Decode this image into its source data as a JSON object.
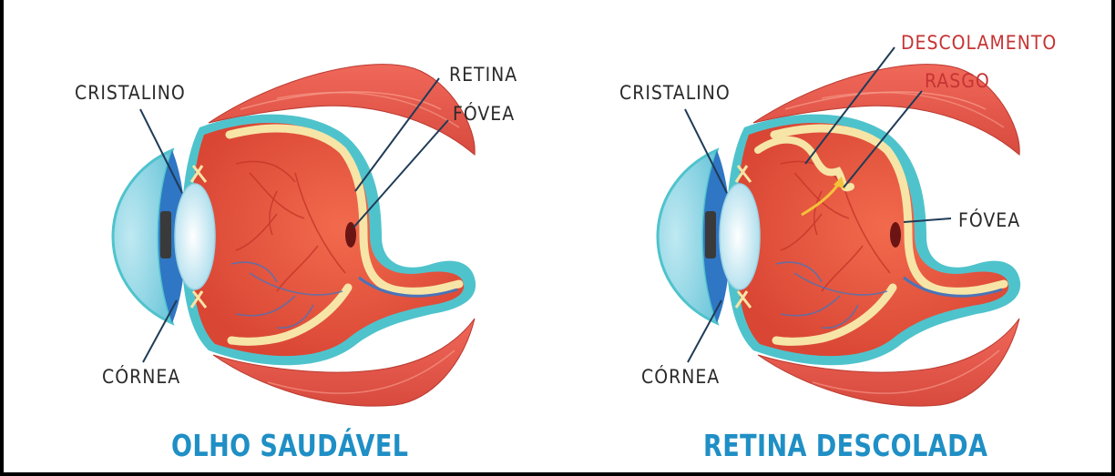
{
  "left_diagram": {
    "title": "OLHO SAUDÁVEL",
    "labels": {
      "cristalino": "CRISTALINO",
      "cornea": "CÓRNEA",
      "retina": "RETINA",
      "fovea": "FÓVEA"
    }
  },
  "right_diagram": {
    "title": "RETINA DESCOLADA",
    "labels": {
      "cristalino": "CRISTALINO",
      "cornea": "CÓRNEA",
      "descolamento": "DESCOLAMENTO",
      "rasgo": "RASGO",
      "fovea": "FÓVEA"
    }
  },
  "colors": {
    "label": "#2a2a2a",
    "label_highlight": "#c63333",
    "title": "#1f8fc5",
    "muscle": "#e2574a",
    "eyeball": "#e9553f",
    "sclera_outline": "#4fc3cc",
    "retina": "#f7e5a7",
    "cornea": "#2f76c4",
    "lens": "#cfeef6",
    "vessel_red": "#c8382b",
    "vessel_blue": "#4a74b8",
    "arrow": "#f4c23a"
  }
}
